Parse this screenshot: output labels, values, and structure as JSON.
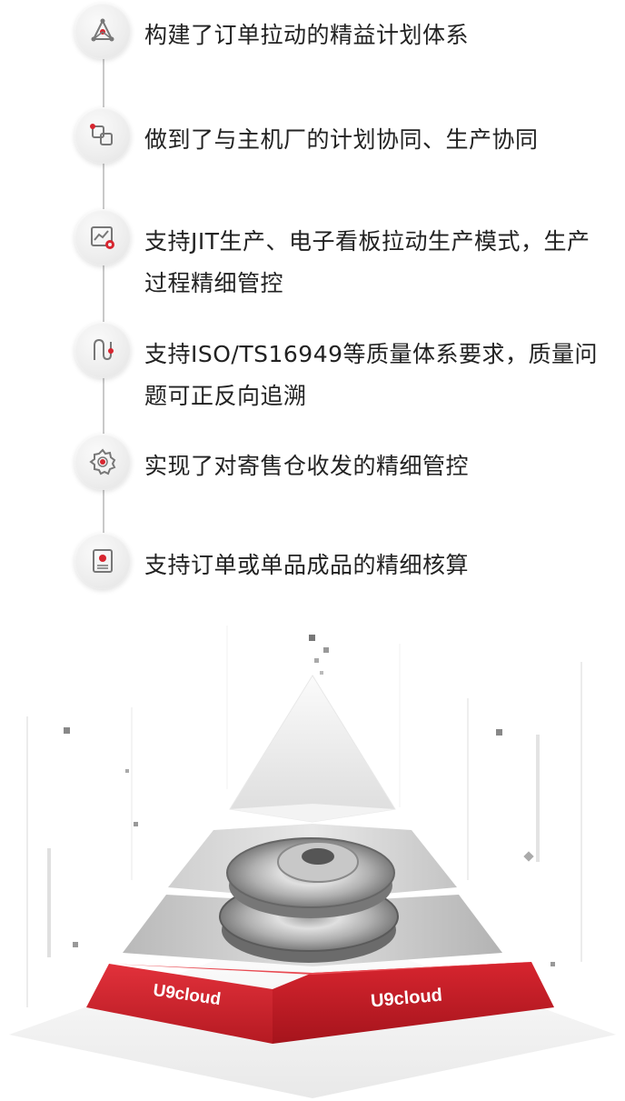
{
  "features": [
    {
      "icon": "network-triangle-icon",
      "text": "构建了订单拉动的精益计划体系"
    },
    {
      "icon": "linked-squares-icon",
      "text": "做到了与主机厂的计划协同、生产协同"
    },
    {
      "icon": "chart-gear-icon",
      "text": "支持JIT生产、电子看板拉动生产模式，生产过程精细管控"
    },
    {
      "icon": "trace-path-icon",
      "text": "支持ISO/TS16949等质量体系要求，质量问题可正反向追溯"
    },
    {
      "icon": "gear-icon",
      "text": "实现了对寄售仓收发的精细管控"
    },
    {
      "icon": "document-stamp-icon",
      "text": "支持订单或单品成品的精细核算"
    }
  ],
  "brand": {
    "left": "U9cloud",
    "right": "U9cloud"
  },
  "colors": {
    "accent": "#d7252f",
    "icon_gray": "#777777"
  }
}
